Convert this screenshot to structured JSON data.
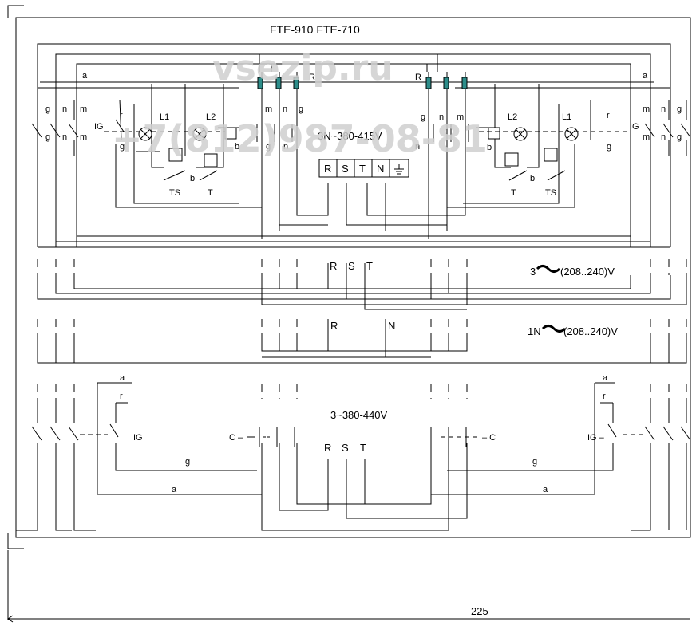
{
  "title": "FTE-910  FTE-710",
  "watermark": {
    "site": "vsezip.ru",
    "phone": "+7(812)987-08-81"
  },
  "supply_main": "3N~380-415V",
  "terminals": [
    "R",
    "S",
    "T",
    "N"
  ],
  "wire_letters": {
    "a": "a",
    "b": "b",
    "g": "g",
    "n": "n",
    "m": "m",
    "r": "r",
    "R": "R"
  },
  "components": {
    "IG": "IG",
    "L1": "L1",
    "L2": "L2",
    "TS": "TS",
    "T": "T",
    "C": "C"
  },
  "section2": {
    "phases": [
      "R",
      "S",
      "T"
    ],
    "prefix": "3",
    "voltage": "(208..240)V"
  },
  "section3": {
    "phases": [
      "R",
      "N"
    ],
    "prefix": "1N",
    "voltage": "(208..240)V"
  },
  "section4": {
    "voltage": "3~380-440V",
    "phases": [
      "R",
      "S",
      "T"
    ],
    "c_label_left": "C –",
    "c_label_right": "– C",
    "ig_right": "IG –"
  },
  "dimension": "225"
}
